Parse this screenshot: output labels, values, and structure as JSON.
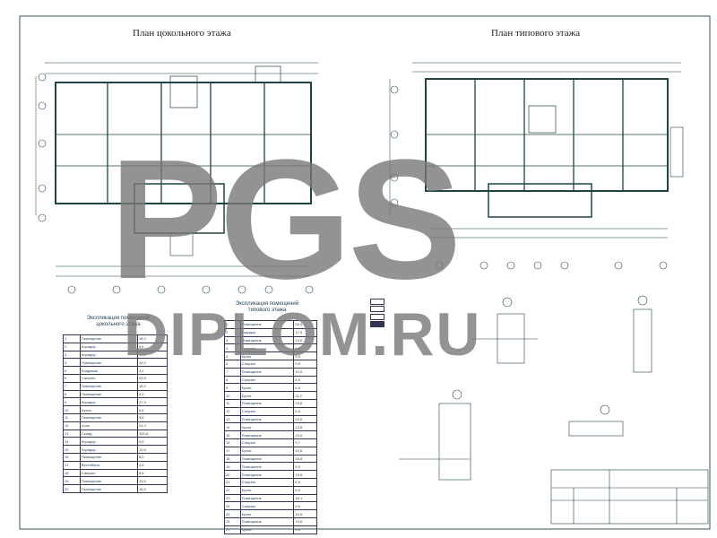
{
  "titles": {
    "basement_plan": "План цокольного этажа",
    "typical_plan": "План типового этажа"
  },
  "tables": {
    "basement_caption": "Экспликация помещений цокольного этажа",
    "typical_caption": "Экспликация помещений типового этажа",
    "basement_rows": [
      [
        "1",
        "Помещение",
        "18,3"
      ],
      [
        "2",
        "Коридор",
        "5,6"
      ],
      [
        "3",
        "Коридор",
        "11,6"
      ],
      [
        "4",
        "Помещение",
        "14,0"
      ],
      [
        "5",
        "Кладовая",
        "4,1"
      ],
      [
        "6",
        "Санузел",
        "23,8"
      ],
      [
        "7",
        "Помещение",
        "15,0"
      ],
      [
        "8",
        "Помещение",
        "4,0"
      ],
      [
        "9",
        "Коридор",
        "27,9"
      ],
      [
        "10",
        "Кухня",
        "9,6"
      ],
      [
        "11",
        "Помещение",
        "3,6"
      ],
      [
        "12",
        "Холл",
        "24,2"
      ],
      [
        "13",
        "Склад",
        "105,8"
      ],
      [
        "14",
        "Коридор",
        "5,6"
      ],
      [
        "15",
        "Коридор",
        "12,6"
      ],
      [
        "16",
        "Помещение",
        "8,0"
      ],
      [
        "17",
        "Вестибюль",
        "3,6"
      ],
      [
        "18",
        "Санузел",
        "9,6"
      ],
      [
        "19",
        "Помещение",
        "13,6"
      ],
      [
        "20",
        "Помещение",
        "15,5"
      ]
    ],
    "typical_rows": [
      [
        "1",
        "Помещение",
        "26,5"
      ],
      [
        "2",
        "Коридор",
        "17,5"
      ],
      [
        "3",
        "Помещение",
        "13,0"
      ],
      [
        "4",
        "Санузел",
        "4,6"
      ],
      [
        "5",
        "Кухня",
        "9,6"
      ],
      [
        "6",
        "Санузел",
        "9,6"
      ],
      [
        "7",
        "Помещение",
        "10,0"
      ],
      [
        "8",
        "Санузел",
        "4,6"
      ],
      [
        "9",
        "Кухня",
        "4,6"
      ],
      [
        "10",
        "Кухня",
        "11,2"
      ],
      [
        "11",
        "Помещение",
        "13,6"
      ],
      [
        "12",
        "Санузел",
        "4,6"
      ],
      [
        "13",
        "Помещение",
        "24,0"
      ],
      [
        "14",
        "Кухня",
        "13,6"
      ],
      [
        "15",
        "Помещение",
        "24,0"
      ],
      [
        "16",
        "Санузел",
        "3,7"
      ],
      [
        "17",
        "Кухня",
        "10,6"
      ],
      [
        "18",
        "Помещение",
        "16,8"
      ],
      [
        "19",
        "Помещение",
        "9,9"
      ],
      [
        "20",
        "Помещение",
        "15,6"
      ],
      [
        "21",
        "Санузел",
        "4,6"
      ],
      [
        "22",
        "Кухня",
        "9,6"
      ],
      [
        "23",
        "Помещение",
        "16,1"
      ],
      [
        "24",
        "Санузел",
        "9,6"
      ],
      [
        "25",
        "Кухня",
        "10,5"
      ],
      [
        "26",
        "Помещение",
        "13,6"
      ],
      [
        "27",
        "Кухня",
        "9,6"
      ]
    ]
  },
  "watermark": {
    "big": "PGS",
    "small": "DIPLOM.RU"
  },
  "colors": {
    "line": "#1f4444",
    "watermark": "#7a7a7a"
  }
}
